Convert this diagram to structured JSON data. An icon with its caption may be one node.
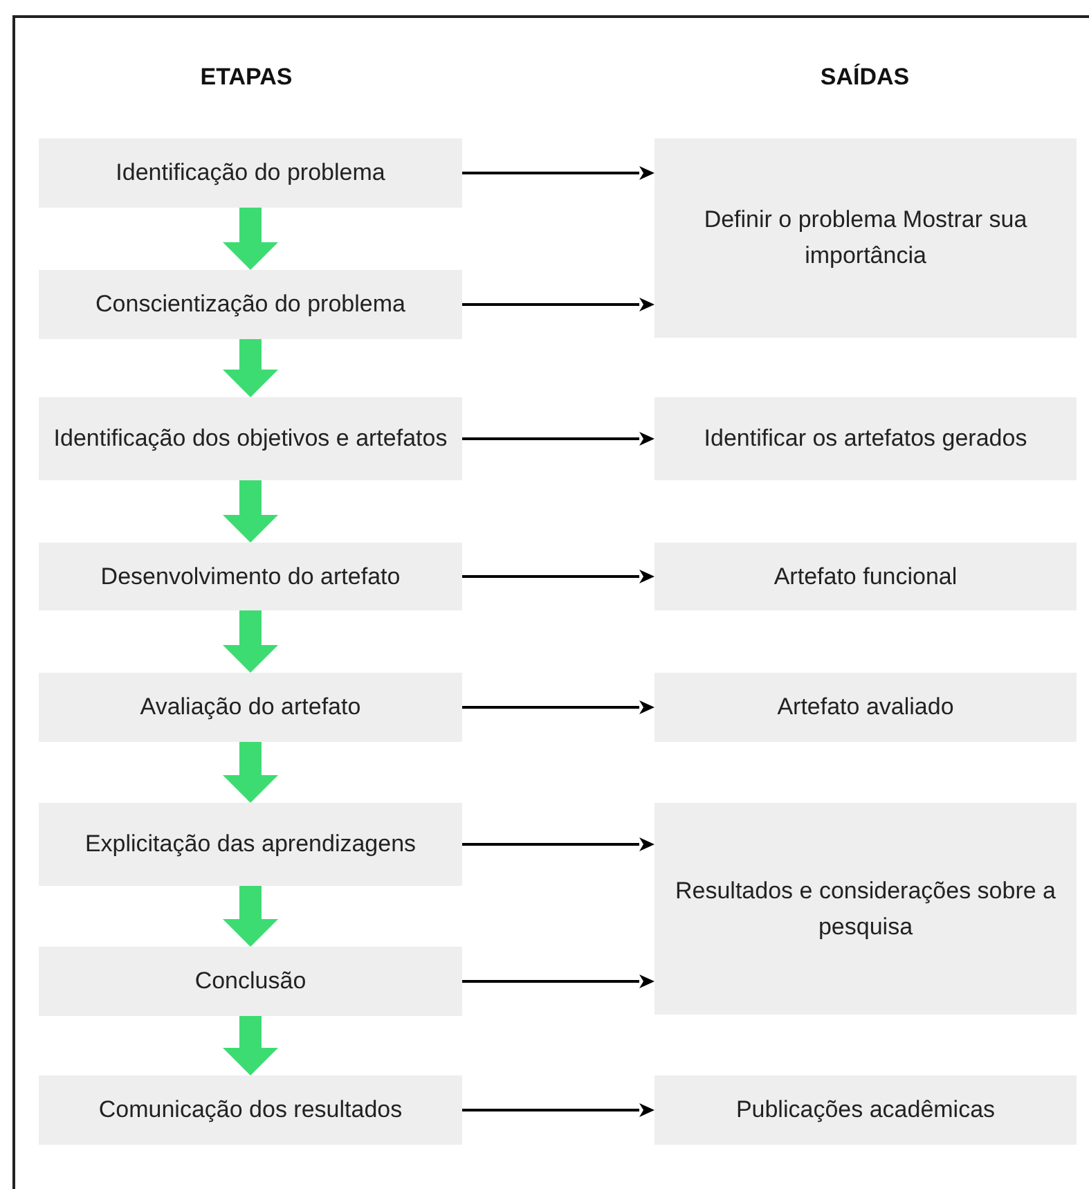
{
  "diagram": {
    "nodes": [
      {
        "text": [
          "Identificação do problema"
        ]
      },
      {
        "text": [
          "Conscientização do problema"
        ]
      },
      {
        "text": [
          "Identificação dos objetivos e artefatos"
        ]
      },
      {
        "text": [
          "Desenvolvimento do artefato"
        ]
      },
      {
        "text": [
          "Avaliação do artefato"
        ]
      },
      {
        "text": [
          "Explicitação das aprendizagens"
        ]
      },
      {
        "text": [
          "Conclusão"
        ]
      },
      {
        "text": [
          "Comunicação dos resultados"
        ]
      },
      {
        "text": [
          "Definir o problema Mostrar sua importância"
        ]
      },
      {
        "text": [
          "Identificar os artefatos gerados"
        ]
      },
      {
        "text": [
          "Artefato funcional"
        ]
      },
      {
        "text": [
          "Artefato avaliado"
        ]
      },
      {
        "text": [
          "Resultados e considerações sobre a pesquisa"
        ]
      },
      {
        "text": [
          "Publicações acadêmicas"
        ]
      }
    ],
    "edges": [
      {
        "from": 0,
        "to": 1,
        "arrow": "to",
        "style": "thick",
        "color": "#3ddc72"
      },
      {
        "from": 1,
        "to": 2,
        "arrow": "to",
        "style": "thick",
        "color": "#3ddc72"
      },
      {
        "from": 2,
        "to": 3,
        "arrow": "to",
        "style": "thick",
        "color": "#3ddc72"
      },
      {
        "from": 3,
        "to": 4,
        "arrow": "to",
        "style": "thick",
        "color": "#3ddc72"
      },
      {
        "from": 4,
        "to": 5,
        "arrow": "to",
        "style": "thick",
        "color": "#3ddc72"
      },
      {
        "from": 5,
        "to": 6,
        "arrow": "to",
        "style": "thick",
        "color": "#3ddc72"
      },
      {
        "from": 6,
        "to": 7,
        "arrow": "to",
        "style": "thick",
        "color": "#3ddc72"
      },
      {
        "from": 0,
        "to": 8,
        "arrow": "to"
      },
      {
        "from": 1,
        "to": 8,
        "arrow": "to"
      },
      {
        "from": 2,
        "to": 9,
        "arrow": "to"
      },
      {
        "from": 3,
        "to": 10,
        "arrow": "to"
      },
      {
        "from": 4,
        "to": 11,
        "arrow": "to"
      },
      {
        "from": 5,
        "to": 12,
        "arrow": "to"
      },
      {
        "from": 6,
        "to": 12,
        "arrow": "to"
      },
      {
        "from": 7,
        "to": 13,
        "arrow": "to"
      }
    ],
    "labels": [
      "ETAPAS",
      "SAÍDAS"
    ]
  }
}
